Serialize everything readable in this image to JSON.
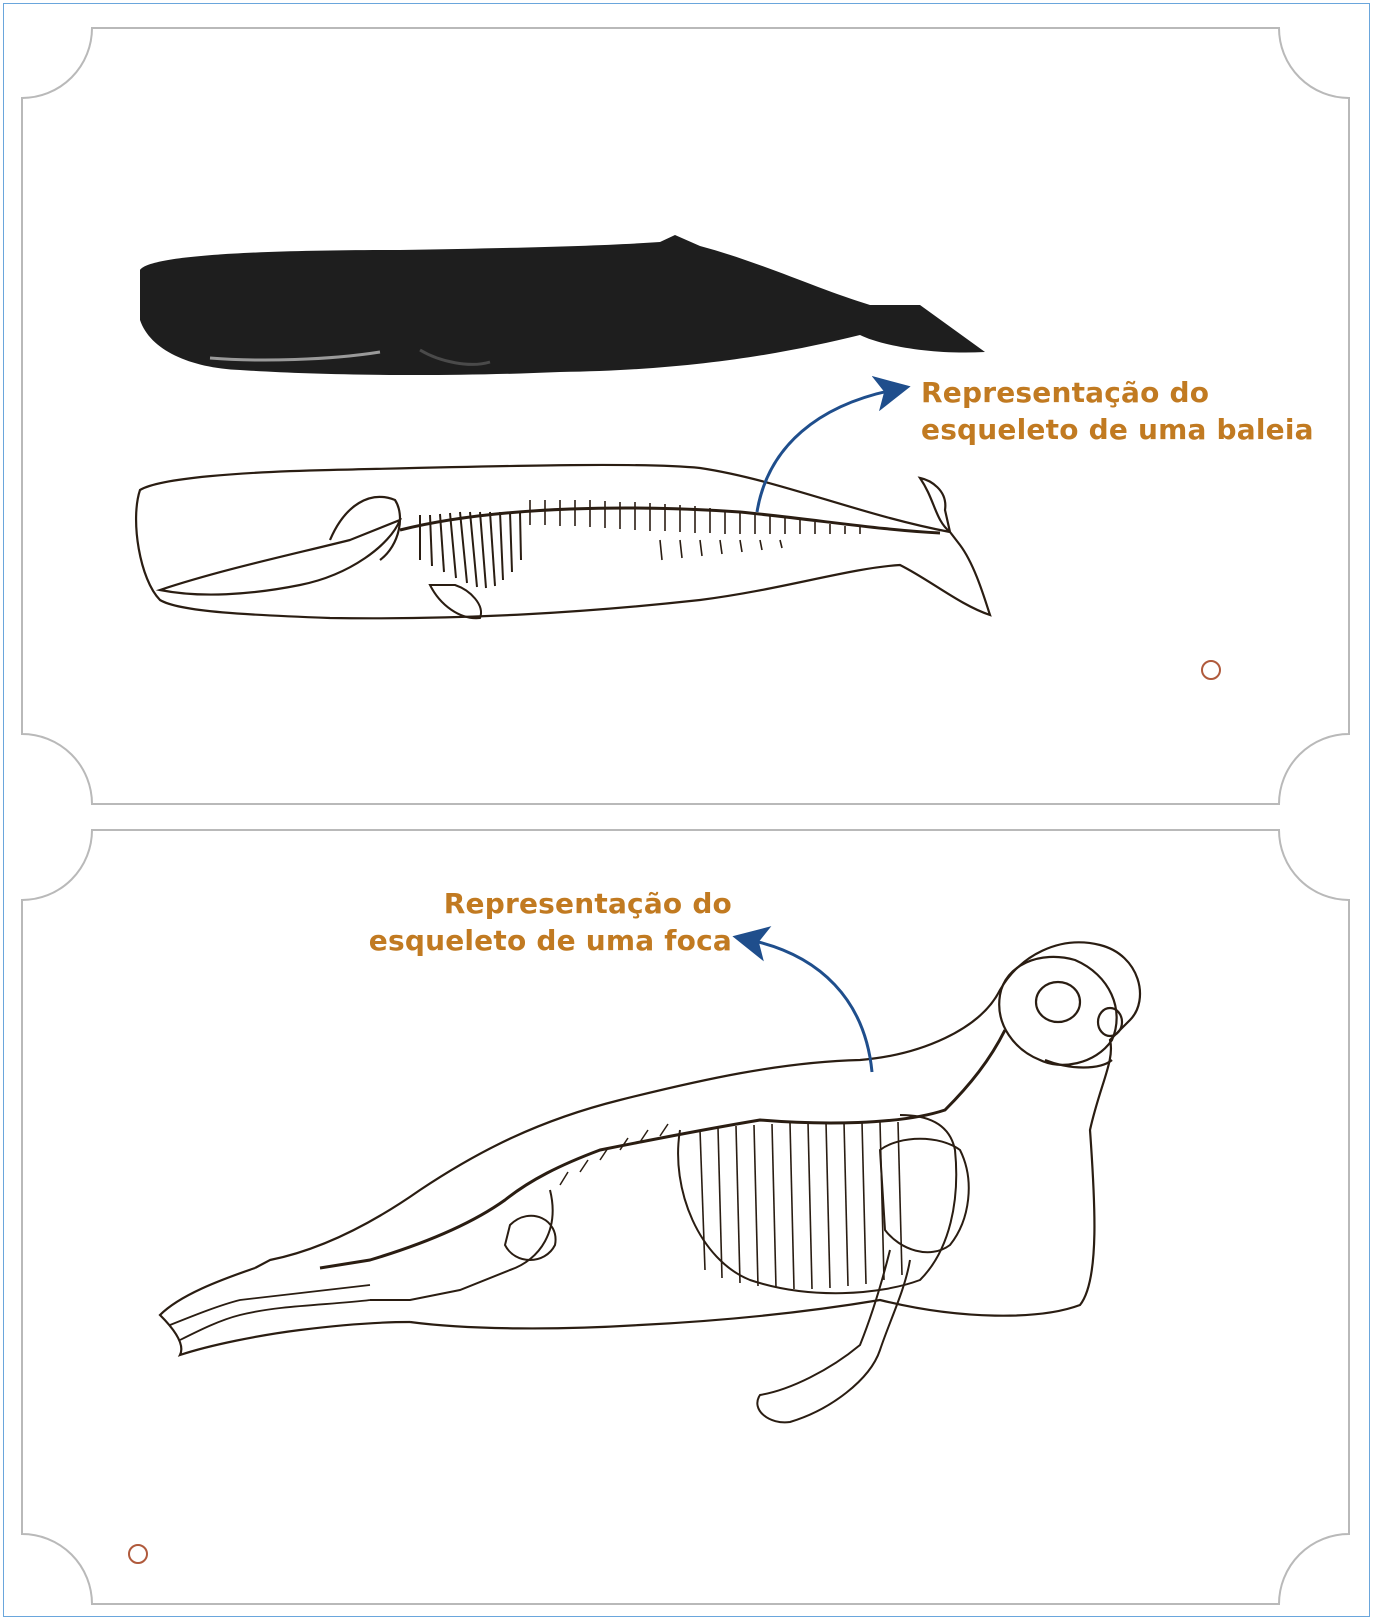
{
  "whale_card": {
    "label_lines": [
      "Representação do",
      "esqueleto de uma baleia"
    ]
  },
  "seal_card": {
    "label_lines": [
      "Representação do",
      "esqueleto de uma foca"
    ]
  },
  "colors": {
    "label": "#c17a21",
    "arrow": "#1f4e8c",
    "card_border": "#b9b9b9",
    "frame": "#6aa6dc",
    "marker": "#b05a3c",
    "whale_body": "#1e1e1e",
    "line_art": "#2a1d12"
  }
}
